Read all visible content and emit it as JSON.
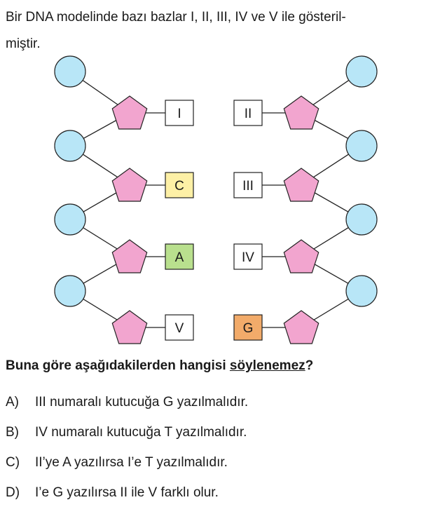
{
  "intro": {
    "line1": "Bir DNA modelinde bazı bazlar I, II, III, IV ve V ile gösteril-",
    "line2": "miştir."
  },
  "diagram": {
    "left_boxes": [
      "I",
      "C",
      "A",
      "V"
    ],
    "right_boxes": [
      "II",
      "III",
      "IV",
      "G"
    ],
    "colors": {
      "phosphate": "#b8e6f7",
      "sugar": "#f2a5cf",
      "box_blank": "#ffffff",
      "box_C": "#fdf0a6",
      "box_A": "#b9e08e",
      "box_G": "#f2ab6a",
      "stroke": "#222222"
    }
  },
  "question": {
    "prefix": "Buna göre aşağıdakilerden hangisi ",
    "underlined": "söylenemez",
    "suffix": "?"
  },
  "options": [
    {
      "letter": "A)",
      "text": "III numaralı kutucuğa G yazılmalıdır."
    },
    {
      "letter": "B)",
      "text": "IV numaralı kutucuğa T yazılmalıdır."
    },
    {
      "letter": "C)",
      "text": "II’ye A yazılırsa I’e T yazılmalıdır."
    },
    {
      "letter": "D)",
      "text": "I’e G yazılırsa II ile V farklı olur."
    }
  ]
}
